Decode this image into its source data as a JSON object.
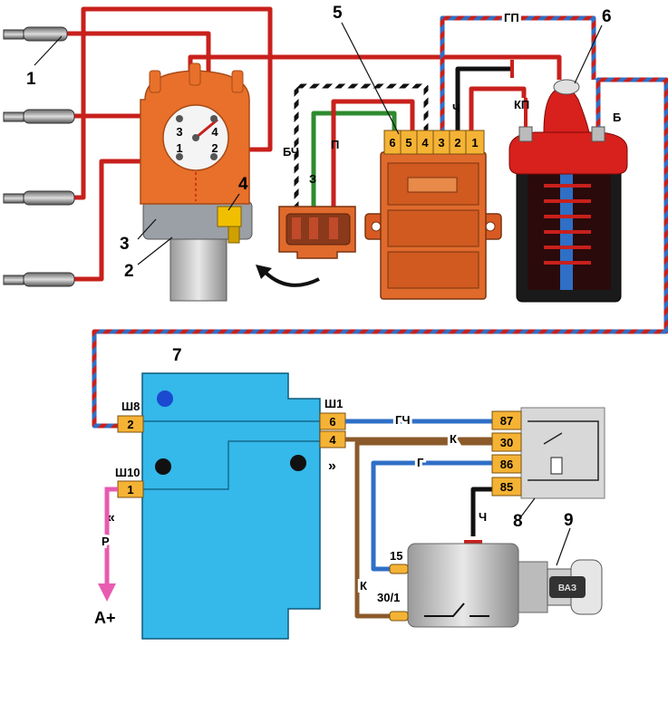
{
  "callouts": {
    "c1": "1",
    "c2": "2",
    "c3": "3",
    "c4": "4",
    "c5": "5",
    "c6": "6",
    "c7": "7",
    "c8": "8",
    "c9": "9"
  },
  "distributor": {
    "cap_terminals": [
      "3",
      "4",
      "1",
      "2"
    ]
  },
  "wires": {
    "bch": "БЧ",
    "p": "П",
    "z": "З",
    "ch": "Ч",
    "kp": "КП",
    "b": "Б",
    "gp": "ГП",
    "gch": "ГЧ",
    "k_upper": "К",
    "g": "Г",
    "k_lower": "К",
    "r": "Р"
  },
  "commutator": {
    "pins": [
      "6",
      "5",
      "4",
      "3",
      "2",
      "1"
    ]
  },
  "ecu": {
    "connectors": {
      "sh8": {
        "label": "Ш8",
        "pin": "2"
      },
      "sh10": {
        "label": "Ш10",
        "pin": "1"
      },
      "sh1": {
        "label": "Ш1",
        "pins": [
          "6",
          "4"
        ]
      }
    }
  },
  "relay": {
    "pins": [
      "87",
      "30",
      "86",
      "85"
    ]
  },
  "ignition_switch": {
    "terminals": [
      "15",
      "30/1"
    ],
    "key_brand": "ВАЗ"
  },
  "power": {
    "label": "А+"
  },
  "colors": {
    "hv_wire": "#c8201c",
    "blue_wire": "#2f6fc6",
    "brown_wire": "#8b5a2b",
    "green_wire": "#2e8b2e",
    "ecu_fill": "#35b8ea",
    "connector_fill": "#f5b335",
    "distributor_fill": "#e8702a",
    "commutator_fill": "#e06a2c",
    "coil_cap": "#d8201c",
    "relay_fill": "#d8d8d8",
    "pink_arrow": "#e85bb0"
  }
}
